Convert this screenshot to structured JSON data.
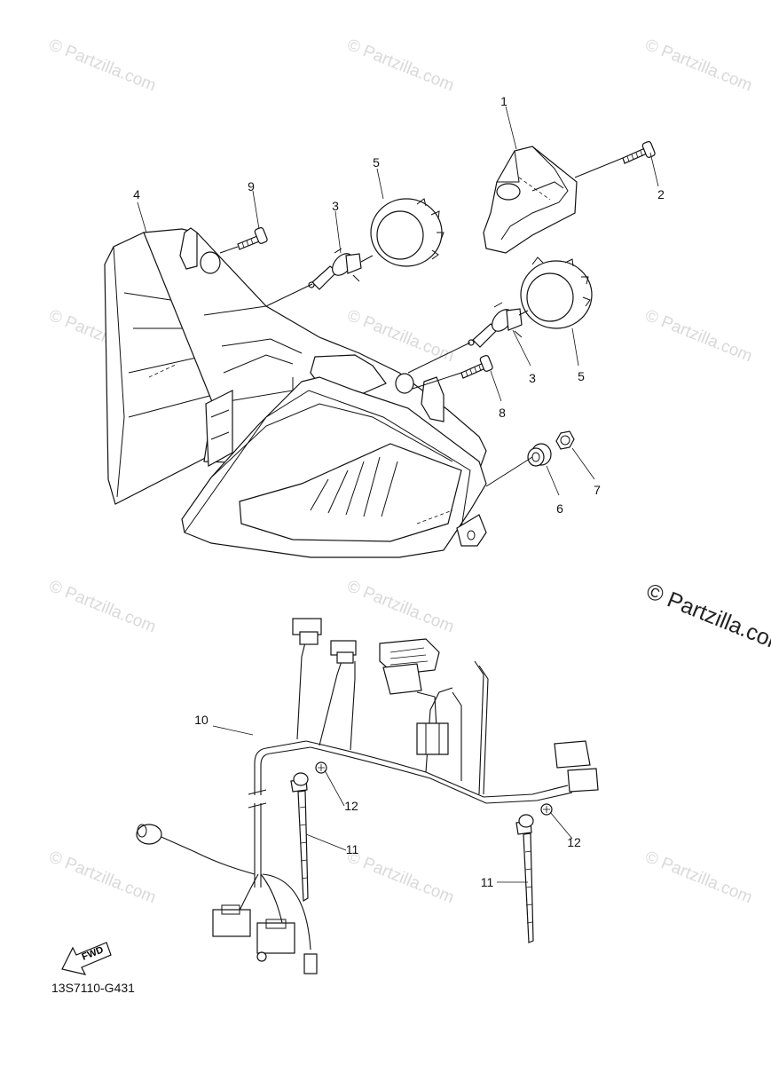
{
  "watermark": {
    "text": "© Partzilla.com",
    "large_text": "© Partzilla.com"
  },
  "diagram_code": "13S7110-G431",
  "fwd_label": "FWD",
  "callouts": {
    "c1": "1",
    "c2": "2",
    "c3a": "3",
    "c3b": "3",
    "c4": "4",
    "c5a": "5",
    "c5b": "5",
    "c6": "6",
    "c7": "7",
    "c8": "8",
    "c9": "9",
    "c10": "10",
    "c11a": "11",
    "c11b": "11",
    "c12a": "12",
    "c12b": "12"
  }
}
